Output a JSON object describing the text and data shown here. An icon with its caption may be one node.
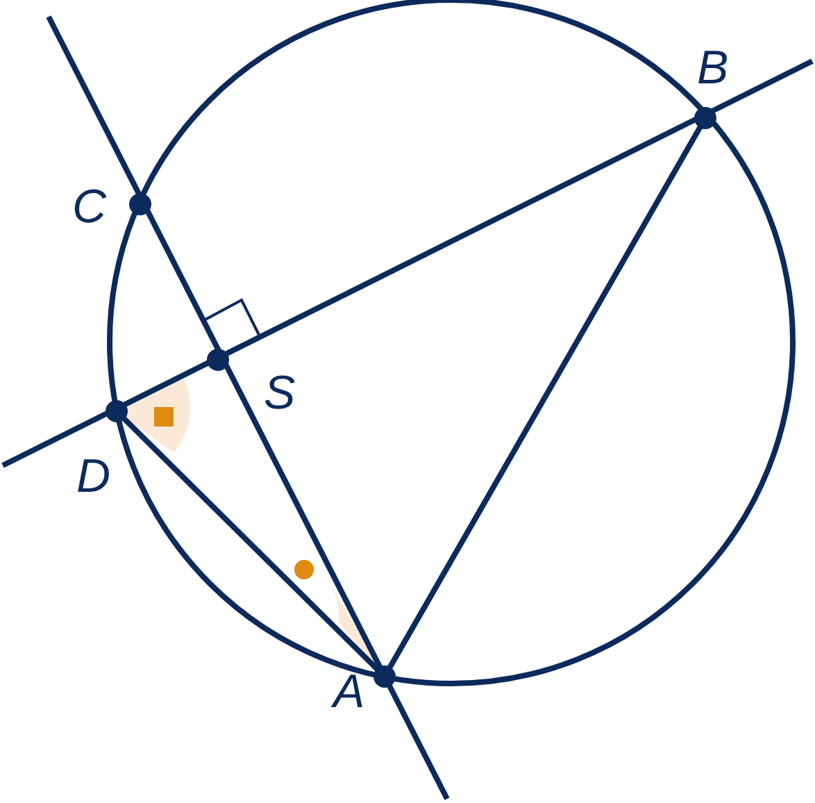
{
  "diagram": {
    "labels": [
      "B",
      "C",
      "S",
      "D",
      "A"
    ]
  }
}
